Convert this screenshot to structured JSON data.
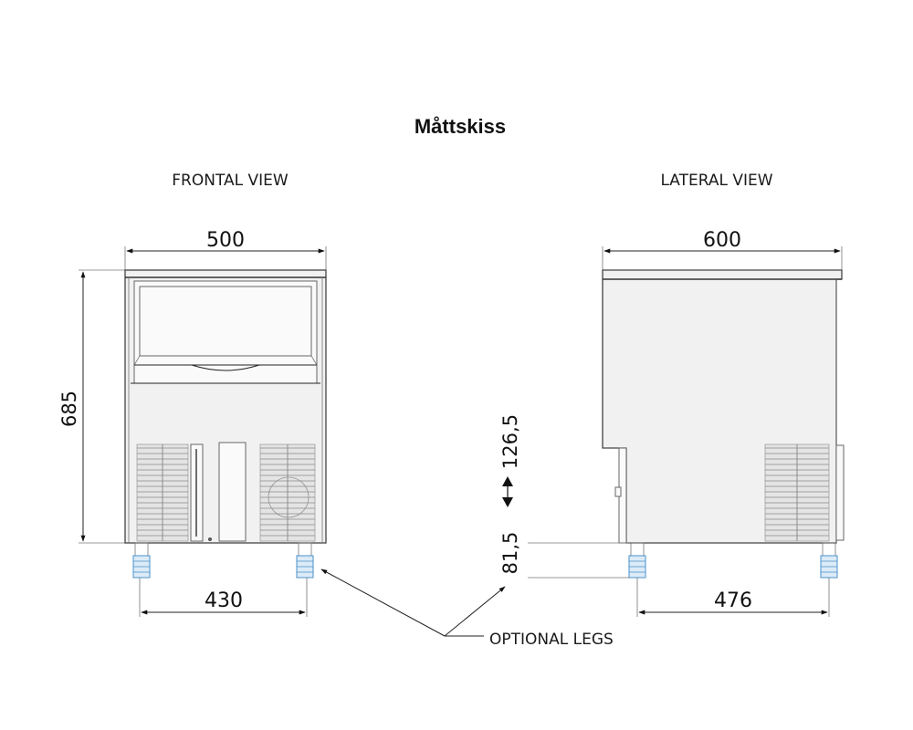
{
  "title": "Måttskiss",
  "views": {
    "frontal": {
      "label": "FRONTAL VIEW"
    },
    "lateral": {
      "label": "LATERAL VIEW"
    }
  },
  "dimensions": {
    "front_width": "500",
    "front_height": "685",
    "front_leg_span": "430",
    "side_depth": "600",
    "side_leg_span": "476",
    "leg_height_min": "81,5",
    "leg_height_max": "126,5"
  },
  "annotations": {
    "legs": "OPTIONAL LEGS"
  },
  "colors": {
    "legs": "#4a90c8",
    "lines": "#222222"
  }
}
